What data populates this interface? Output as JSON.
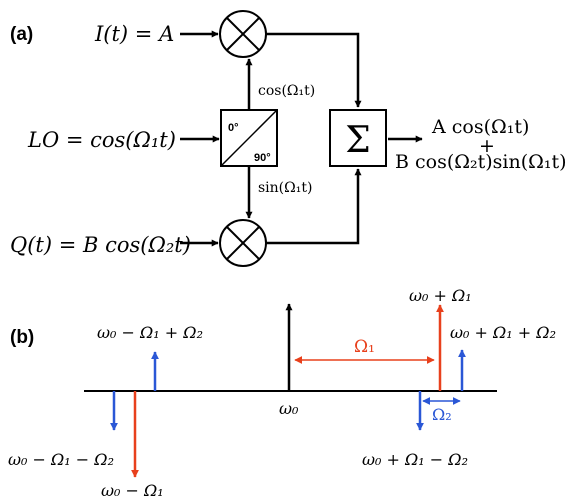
{
  "panel_a": {
    "label": "(a)",
    "inputs": {
      "i": "I(t) = A",
      "lo": "LO = cos(Ω₁t)",
      "q": "Q(t) = B cos(Ω₂t)"
    },
    "splitter": {
      "top": "0°",
      "bottom": "90°"
    },
    "branches": {
      "cos": "cos(Ω₁t)",
      "sin": "sin(Ω₁t)"
    },
    "sum_symbol": "Σ",
    "output": {
      "line1": "A cos(Ω₁t)",
      "plus": "+",
      "line2": "B cos(Ω₂t)sin(Ω₁t)"
    }
  },
  "panel_b": {
    "label": "(b)",
    "carrier": "ω₀",
    "spacing": "Ω₁",
    "offset": "Ω₂",
    "tones": {
      "upper": "ω₀ + Ω₁",
      "upper_plus": "ω₀ + Ω₁ + Ω₂",
      "upper_minus": "ω₀ + Ω₁ − Ω₂",
      "lower": "ω₀ − Ω₁",
      "lower_plus": "ω₀ − Ω₁ + Ω₂",
      "lower_minus": "ω₀ − Ω₁ − Ω₂"
    }
  },
  "colors": {
    "upper_lower": "#e8401c",
    "sideband": "#2a57d6",
    "carrier": "#000000"
  }
}
